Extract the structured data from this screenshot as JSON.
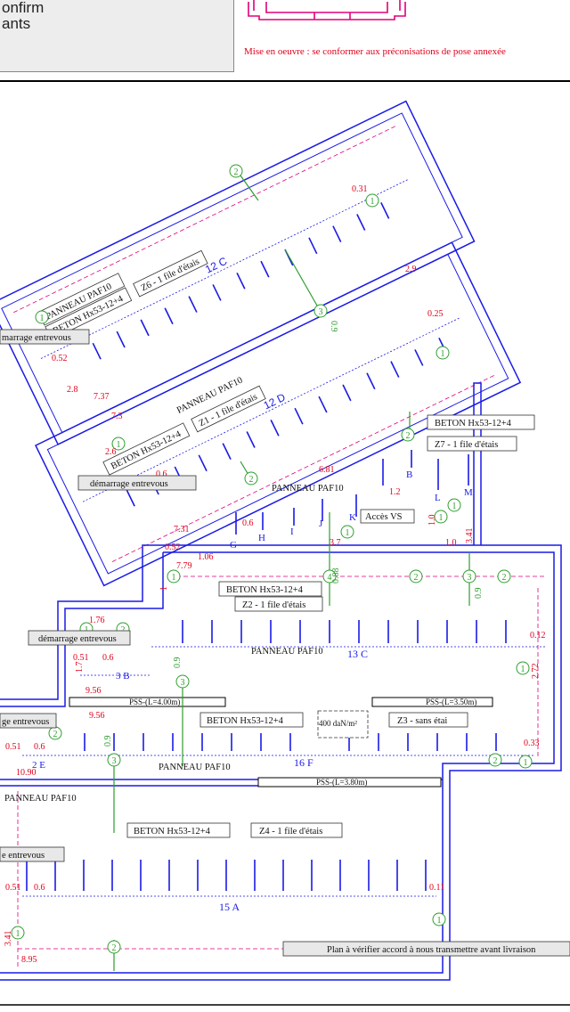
{
  "header": {
    "left_lines": [
      "onfirm",
      "ants"
    ],
    "note": "Mise en oeuvre : se conformer aux préconisations de pose annexée"
  },
  "labels": {
    "panneau": "PANNEAU PAF10",
    "beton": "BETON Hx53-12+4",
    "z6": "Z6 - 1 file d'étais",
    "z1": "Z1 - 1 file d'étais",
    "z7": "Z7 - 1 file d'étais",
    "z2": "Z2 - 1 file d'étais",
    "z3": "Z3 - sans étai",
    "z4": "Z4 - 1 file d'étais",
    "demarrage": "démarrage entrevous",
    "demarrage_cut1": "marrage entrevous",
    "demarrage_cut2": "ge entrevous",
    "demarrage_cut3": "e entrevous",
    "acces": "Accès VS",
    "load": "400 daN/m²",
    "pss4": "PSS-(L=4.00m)",
    "pss35": "PSS-(L=3.50m)",
    "pss38": "PSS-(L=3.80m)",
    "plan_note": "Plan à vérifier accord à nous transmettre avant livraison",
    "beams": {
      "c12": "12 C",
      "d12": "12 D",
      "c13": "13 C",
      "f16": "16 F",
      "a15": "15 A",
      "b3": "3 B",
      "e2": "2 E",
      "G": "G",
      "H": "H",
      "I": "I",
      "J": "J",
      "K": "K",
      "L": "L",
      "M": "M",
      "B": "B"
    },
    "dims": {
      "d031": "0.31",
      "d29": "2.9",
      "d025": "0.25",
      "d09": "0.9",
      "d052": "0.52",
      "d28": "2.8",
      "d737": "7.37",
      "d73": "7.3",
      "d26": "2.6",
      "d06": "0.6",
      "d681": "6.81",
      "d12": "1.2",
      "d731": "7.31",
      "d106": "1.06",
      "d779": "7.79",
      "d37": "3.7",
      "d10": "1.0",
      "d341": "3.41",
      "d088": "0.88",
      "d176": "1.76",
      "d051": "0.51",
      "d17": "1.7",
      "d956": "9.56",
      "d012": "0.12",
      "d272": "2.72",
      "d033": "0.33",
      "d1090": "10.90",
      "d011": "0.11",
      "d341b": "3.41",
      "d895": "8.95",
      "d1": "1"
    },
    "markers": {
      "m1": "1",
      "m2": "2",
      "m3": "3",
      "m4": "4"
    }
  }
}
